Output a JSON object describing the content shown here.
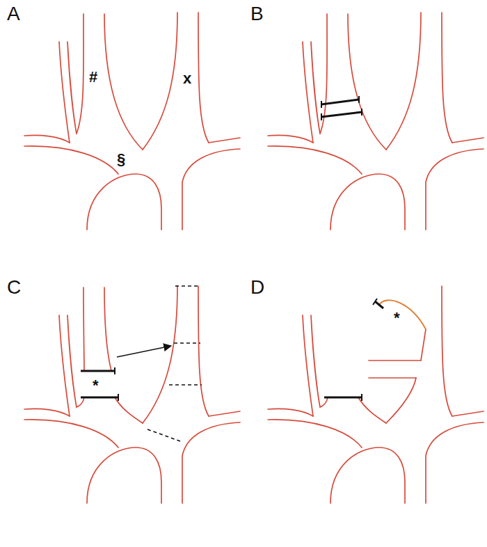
{
  "diagram": {
    "labels": [
      "A",
      "#",
      "x",
      "§",
      "B",
      "C",
      "*",
      "D",
      "*"
    ]
  }
}
